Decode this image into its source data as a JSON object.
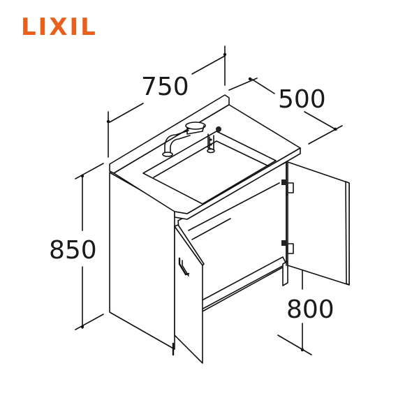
{
  "brand": {
    "logo_text": "LIXIL",
    "color": "#e8601c"
  },
  "diagram": {
    "subject": "Vanity cabinet with sink, two hinged doors open",
    "dimensions": {
      "width": "750",
      "depth": "500",
      "height": "850",
      "cabinet_height": "800"
    }
  }
}
